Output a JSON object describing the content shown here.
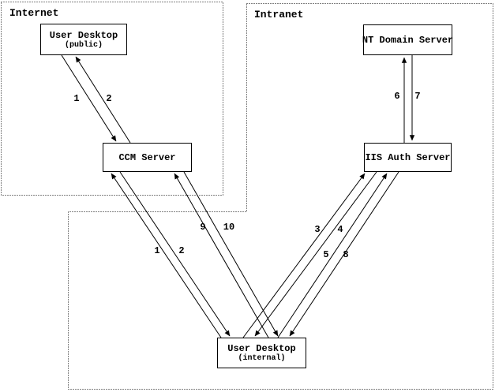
{
  "regions": {
    "internet": {
      "label": "Internet"
    },
    "intranet": {
      "label": "Intranet"
    }
  },
  "nodes": {
    "user_desktop_public": {
      "title": "User Desktop",
      "subtitle": "(public)"
    },
    "ccm_server": {
      "title": "CCM Server"
    },
    "nt_domain_server": {
      "title": "NT Domain Server"
    },
    "iis_auth_server": {
      "title": "IIS Auth Server"
    },
    "user_desktop_internal": {
      "title": "User Desktop",
      "subtitle": "(internal)"
    }
  },
  "edges": [
    {
      "label": "1",
      "from": "user_desktop_public",
      "to": "ccm_server"
    },
    {
      "label": "2",
      "from": "ccm_server",
      "to": "user_desktop_public"
    },
    {
      "label": "1",
      "from": "user_desktop_internal",
      "to": "ccm_server"
    },
    {
      "label": "2",
      "from": "ccm_server",
      "to": "user_desktop_internal"
    },
    {
      "label": "9",
      "from": "user_desktop_internal",
      "to": "ccm_server"
    },
    {
      "label": "10",
      "from": "ccm_server",
      "to": "user_desktop_internal"
    },
    {
      "label": "3",
      "from": "user_desktop_internal",
      "to": "iis_auth_server"
    },
    {
      "label": "4",
      "from": "iis_auth_server",
      "to": "user_desktop_internal"
    },
    {
      "label": "5",
      "from": "user_desktop_internal",
      "to": "iis_auth_server"
    },
    {
      "label": "8",
      "from": "iis_auth_server",
      "to": "user_desktop_internal"
    },
    {
      "label": "6",
      "from": "iis_auth_server",
      "to": "nt_domain_server"
    },
    {
      "label": "7",
      "from": "nt_domain_server",
      "to": "iis_auth_server"
    }
  ],
  "colors": {
    "line": "#000000",
    "background": "#ffffff",
    "text": "#000000"
  }
}
